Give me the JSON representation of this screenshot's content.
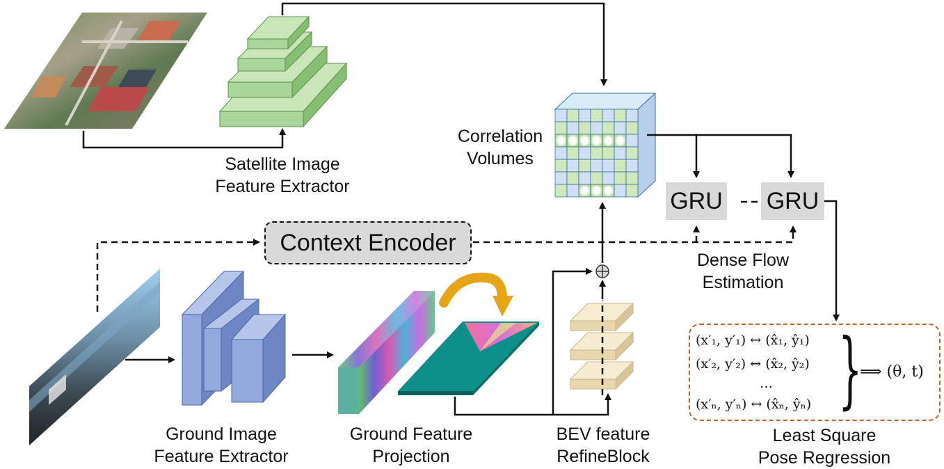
{
  "labels": {
    "sat_extractor": [
      "Satellite Image",
      "Feature Extractor"
    ],
    "correlation": [
      "Correlation",
      "Volumes"
    ],
    "context_encoder": "Context Encoder",
    "gru1": "GRU",
    "gru2": "GRU",
    "dense_flow": [
      "Dense Flow",
      "Estimation"
    ],
    "ground_extractor": [
      "Ground Image",
      "Feature Extractor"
    ],
    "ground_projection": [
      "Ground Feature",
      "Projection"
    ],
    "bev_refine": [
      "BEV feature",
      "RefineBlock"
    ],
    "least_square": [
      "Least Square",
      "Pose Regression"
    ]
  },
  "equations": {
    "row1": "(x′₁, y′₁) ↔ (x̂₁, ŷ₁)",
    "row2": "(x′₂, y′₂) ↔ (x̂₂, ŷ₂)",
    "dots": "…",
    "row3": "(x′ₙ, y′ₙ) ↔ (x̂ₙ, ŷₙ)",
    "result": "⟹ (θ, t)"
  },
  "colors": {
    "satellite_blocks": "#9bcf86",
    "ground_blocks": "#8fa6d8",
    "bev_blocks": "#efdfb8",
    "grid_green": "#cfe8bc",
    "grid_blue": "#cfe0f4",
    "gray_box": "#d9d9d9",
    "ls_border": "#b8662a",
    "arrow_orange": "#e6a417"
  }
}
